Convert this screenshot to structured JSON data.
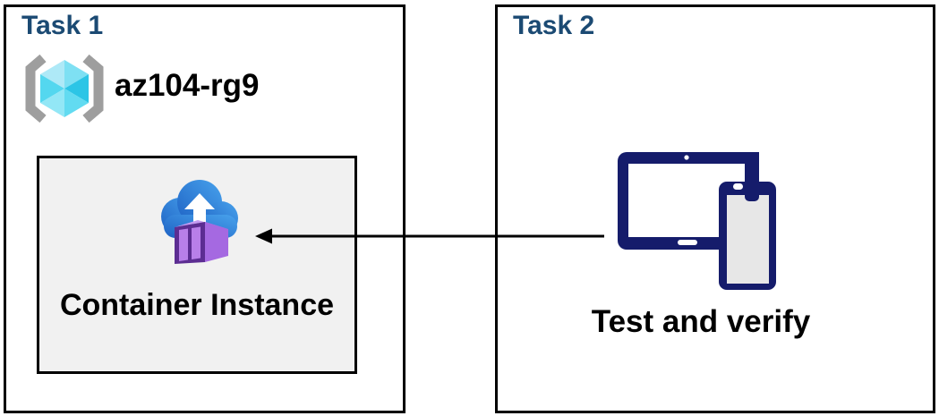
{
  "diagram": {
    "task1": {
      "title": "Task 1",
      "resource_group": {
        "name": "az104-rg9",
        "icon": "resource-group-icon"
      },
      "container_card": {
        "label": "Container Instance",
        "icon": "container-instance-icon"
      }
    },
    "task2": {
      "title": "Task 2",
      "devices": {
        "label": "Test and verify",
        "icon": "devices-icon"
      }
    },
    "connector": {
      "from": "devices",
      "to": "container-instance",
      "direction": "left"
    }
  },
  "colors": {
    "title_blue": "#1B4A73",
    "card_bg": "#F1F1F1",
    "line_black": "#000000",
    "navy": "#151C6B",
    "phone_screen": "#E7E7E7",
    "cloud_dark": "#1E62C4",
    "cloud_light": "#48A2EC",
    "purple_dark": "#5C2D92",
    "purple_mid": "#A569E1",
    "purple_light": "#B87FE9",
    "purple_top": "#C49AF2",
    "bracket_gray": "#9E9E9E",
    "cube_light": "#AEE9F7",
    "cube_mid1": "#7EE0F3",
    "cube_mid2": "#54D7EF",
    "cube_pale": "#93E7F6",
    "cube_bottom": "#62DBF1",
    "cube_dark": "#2CC5E6"
  }
}
